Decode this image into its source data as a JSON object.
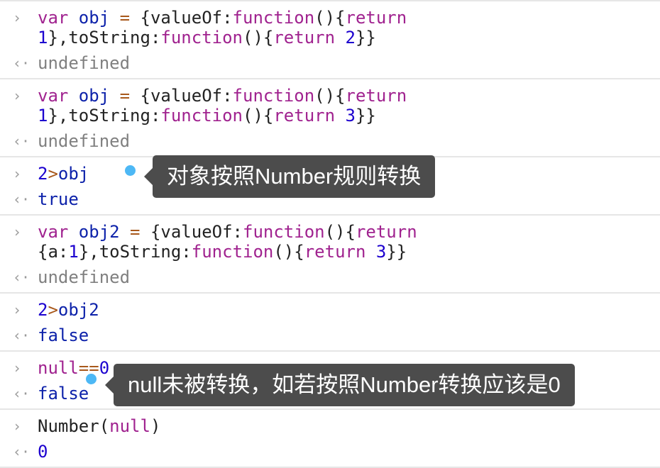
{
  "entries": [
    {
      "input": [
        [
          [
            "var ",
            "kw"
          ],
          [
            "obj ",
            "var"
          ],
          [
            "= ",
            "op"
          ],
          [
            "{valueOf:",
            "pl"
          ],
          [
            "function",
            "kw"
          ],
          [
            "(){",
            "pl"
          ],
          [
            "return",
            "kw"
          ]
        ],
        [
          [
            "1",
            "num"
          ],
          [
            "},toString:",
            "pl"
          ],
          [
            "function",
            "kw"
          ],
          [
            "(){",
            "pl"
          ],
          [
            "return ",
            "kw"
          ],
          [
            "2",
            "num"
          ],
          [
            "}}",
            "pl"
          ]
        ]
      ],
      "output": [
        [
          "undefined",
          "undef"
        ]
      ]
    },
    {
      "input": [
        [
          [
            "var ",
            "kw"
          ],
          [
            "obj ",
            "var"
          ],
          [
            "= ",
            "op"
          ],
          [
            "{valueOf:",
            "pl"
          ],
          [
            "function",
            "kw"
          ],
          [
            "(){",
            "pl"
          ],
          [
            "return",
            "kw"
          ]
        ],
        [
          [
            "1",
            "num"
          ],
          [
            "},toString:",
            "pl"
          ],
          [
            "function",
            "kw"
          ],
          [
            "(){",
            "pl"
          ],
          [
            "return ",
            "kw"
          ],
          [
            "3",
            "num"
          ],
          [
            "}}",
            "pl"
          ]
        ]
      ],
      "output": [
        [
          "undefined",
          "undef"
        ]
      ]
    },
    {
      "input": [
        [
          [
            "2",
            "num"
          ],
          [
            ">",
            "op"
          ],
          [
            "obj",
            "var"
          ]
        ]
      ],
      "output": [
        [
          "true",
          "bool"
        ]
      ]
    },
    {
      "input": [
        [
          [
            "var ",
            "kw"
          ],
          [
            "obj2 ",
            "var"
          ],
          [
            "= ",
            "op"
          ],
          [
            "{valueOf:",
            "pl"
          ],
          [
            "function",
            "kw"
          ],
          [
            "(){",
            "pl"
          ],
          [
            "return",
            "kw"
          ]
        ],
        [
          [
            "{a:",
            "pl"
          ],
          [
            "1",
            "num"
          ],
          [
            "},toString:",
            "pl"
          ],
          [
            "function",
            "kw"
          ],
          [
            "(){",
            "pl"
          ],
          [
            "return ",
            "kw"
          ],
          [
            "3",
            "num"
          ],
          [
            "}}",
            "pl"
          ]
        ]
      ],
      "output": [
        [
          "undefined",
          "undef"
        ]
      ]
    },
    {
      "input": [
        [
          [
            "2",
            "num"
          ],
          [
            ">",
            "op"
          ],
          [
            "obj2",
            "var"
          ]
        ]
      ],
      "output": [
        [
          "false",
          "bool"
        ]
      ]
    },
    {
      "input": [
        [
          [
            "null",
            "kw"
          ],
          [
            "==",
            "op"
          ],
          [
            "0",
            "num"
          ]
        ]
      ],
      "output": [
        [
          "false",
          "bool"
        ]
      ]
    },
    {
      "input": [
        [
          [
            "Number(",
            "pl"
          ],
          [
            "null",
            "kw"
          ],
          [
            ")",
            "pl"
          ]
        ]
      ],
      "output": [
        [
          "0",
          "num"
        ]
      ]
    }
  ],
  "prompt_in": "›",
  "prompt_out": "‹·",
  "annotations": {
    "tip1": "对象按照Number规则转换",
    "tip2": "null未被转换，如若按照Number转换应该是0"
  },
  "colors": {
    "dot": "#4db8f5",
    "tooltip_bg": "#4c4c4c"
  }
}
